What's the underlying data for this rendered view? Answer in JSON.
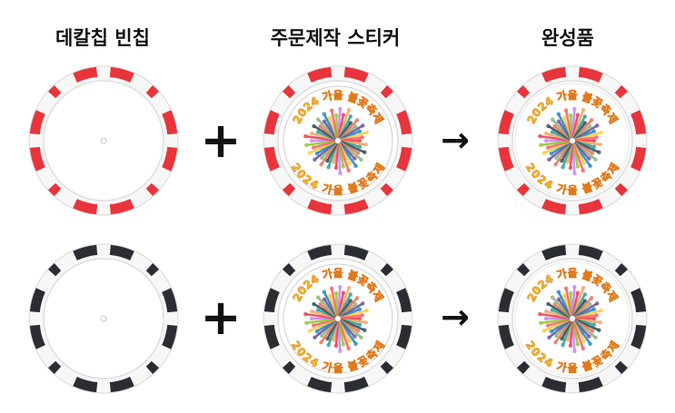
{
  "headings": {
    "blank_chip": "데칼칩 빈칩",
    "custom_sticker": "주문제작 스티커",
    "finished_product": "완성품"
  },
  "operators": {
    "plus": "+",
    "arrow": "→"
  },
  "sticker": {
    "text_top": "2024 가을 불꽃축제",
    "text_bottom": "2024 가을 불꽃축제"
  },
  "colors": {
    "red_chip": "#e8343a",
    "black_chip": "#2b2d33",
    "sticker_text": "#f3c21b",
    "sticker_text_outline": "#e07a1c"
  },
  "icons": {
    "plus": "plus-sign",
    "arrow": "right-arrow"
  }
}
